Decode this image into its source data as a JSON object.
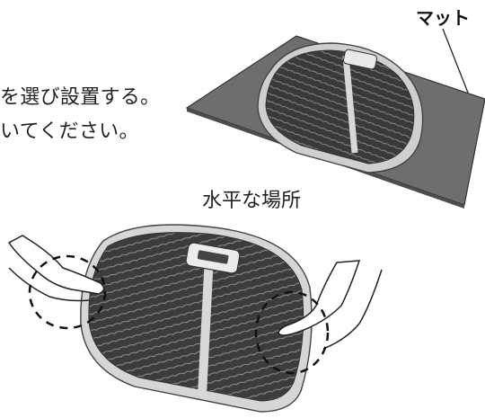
{
  "instructions": {
    "line1": "を選び設置する。",
    "line2": "いてください。"
  },
  "labels": {
    "mat": "マット",
    "level_place": "水平な場所"
  },
  "colors": {
    "mat_fill": "#6e6e6e",
    "platform_rim": "#d9d9d9",
    "platform_top": "#3a3a3a",
    "dashes": "#111111"
  },
  "icons": [
    "vibration-platform-icon",
    "mat-icon",
    "hand-icon"
  ]
}
